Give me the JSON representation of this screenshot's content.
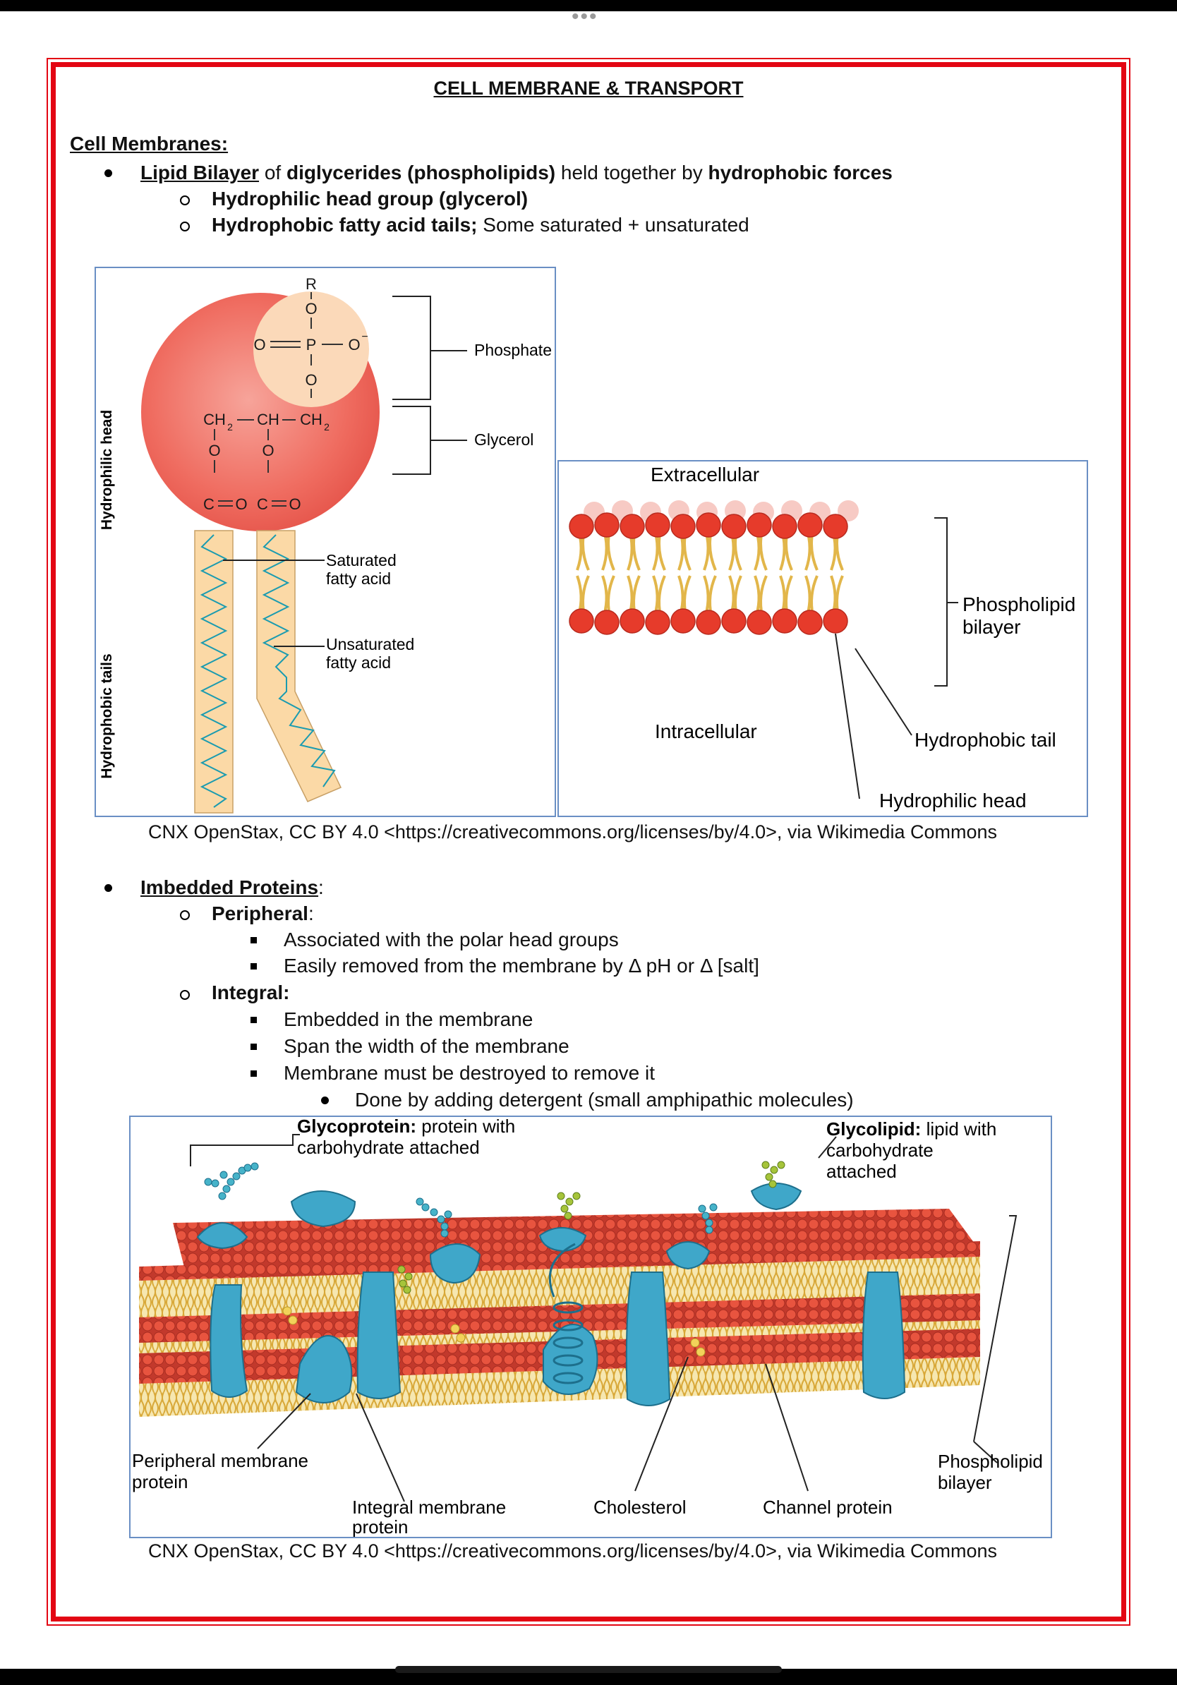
{
  "header": {
    "title": "CELL MEMBRANE & TRANSPORT"
  },
  "section1": {
    "heading": "Cell Membranes:",
    "bullet1": {
      "label": "Lipid Bilayer",
      "t1": " of ",
      "t2": "diglycerides (phospholipids)",
      "t3": " held together by ",
      "t4": "hydrophobic forces"
    },
    "sub1": "Hydrophilic head group (glycerol)",
    "sub2_bold": "Hydrophobic fatty acid tails;",
    "sub2_rest": " Some saturated + unsaturated"
  },
  "figure1": {
    "label_head": "Hydrophilic head",
    "label_tails": "Hydrophobic tails",
    "phosphate": "Phosphate",
    "glycerol": "Glycerol",
    "saturated_1": "Saturated",
    "saturated_2": "fatty acid",
    "unsaturated_1": "Unsaturated",
    "unsaturated_2": "fatty acid",
    "chem": {
      "r": "R",
      "o": "O",
      "p": "P",
      "ominus": "O",
      "ch2a": "CH",
      "ch": "CH",
      "ch2b": "CH",
      "sub2": "2",
      "minus": "−",
      "c1": "C",
      "c2": "C"
    }
  },
  "figure2": {
    "extracellular": "Extracellular",
    "intracellular": "Intracellular",
    "bilayer_1": "Phospholipid",
    "bilayer_2": "bilayer",
    "tail": "Hydrophobic tail",
    "head": "Hydrophilic head"
  },
  "credit1": "CNX OpenStax, CC BY 4.0 <https://creativecommons.org/licenses/by/4.0>, via Wikimedia Commons",
  "section2": {
    "heading": "Imbedded Proteins",
    "colon": ":",
    "peripheral": "Peripheral",
    "peripheral_items": [
      "Associated with the polar head groups",
      "Easily removed from the membrane by Δ pH or Δ [salt]"
    ],
    "integral": "Integral:",
    "integral_items": [
      "Embedded in the membrane",
      "Span the width of the membrane",
      "Membrane must be destroyed to remove it"
    ],
    "integral_sub": "Done by adding detergent (small amphipathic molecules)"
  },
  "figure3": {
    "glycoprotein_bold": "Glycoprotein:",
    "glycoprotein_rest": " protein with",
    "glycoprotein_2": "carbohydrate attached",
    "glycolipid_bold": "Glycolipid:",
    "glycolipid_rest": " lipid with",
    "glycolipid_2": "carbohydrate",
    "glycolipid_3": "attached",
    "peripheral_1": "Peripheral membrane",
    "peripheral_2": "protein",
    "integral_1": "Integral membrane",
    "integral_2": "protein",
    "cholesterol": "Cholesterol",
    "channel": "Channel protein",
    "bilayer_1": "Phospholipid",
    "bilayer_2": "bilayer"
  },
  "credit2": "CNX OpenStax, CC BY 4.0 <https://creativecommons.org/licenses/by/4.0>, via Wikimedia Commons",
  "colors": {
    "frame": "#e30613",
    "head": "#e84a3a",
    "tail": "#e9c14a",
    "protein": "#3fa7c9",
    "figure_border": "#6a8fc4"
  }
}
